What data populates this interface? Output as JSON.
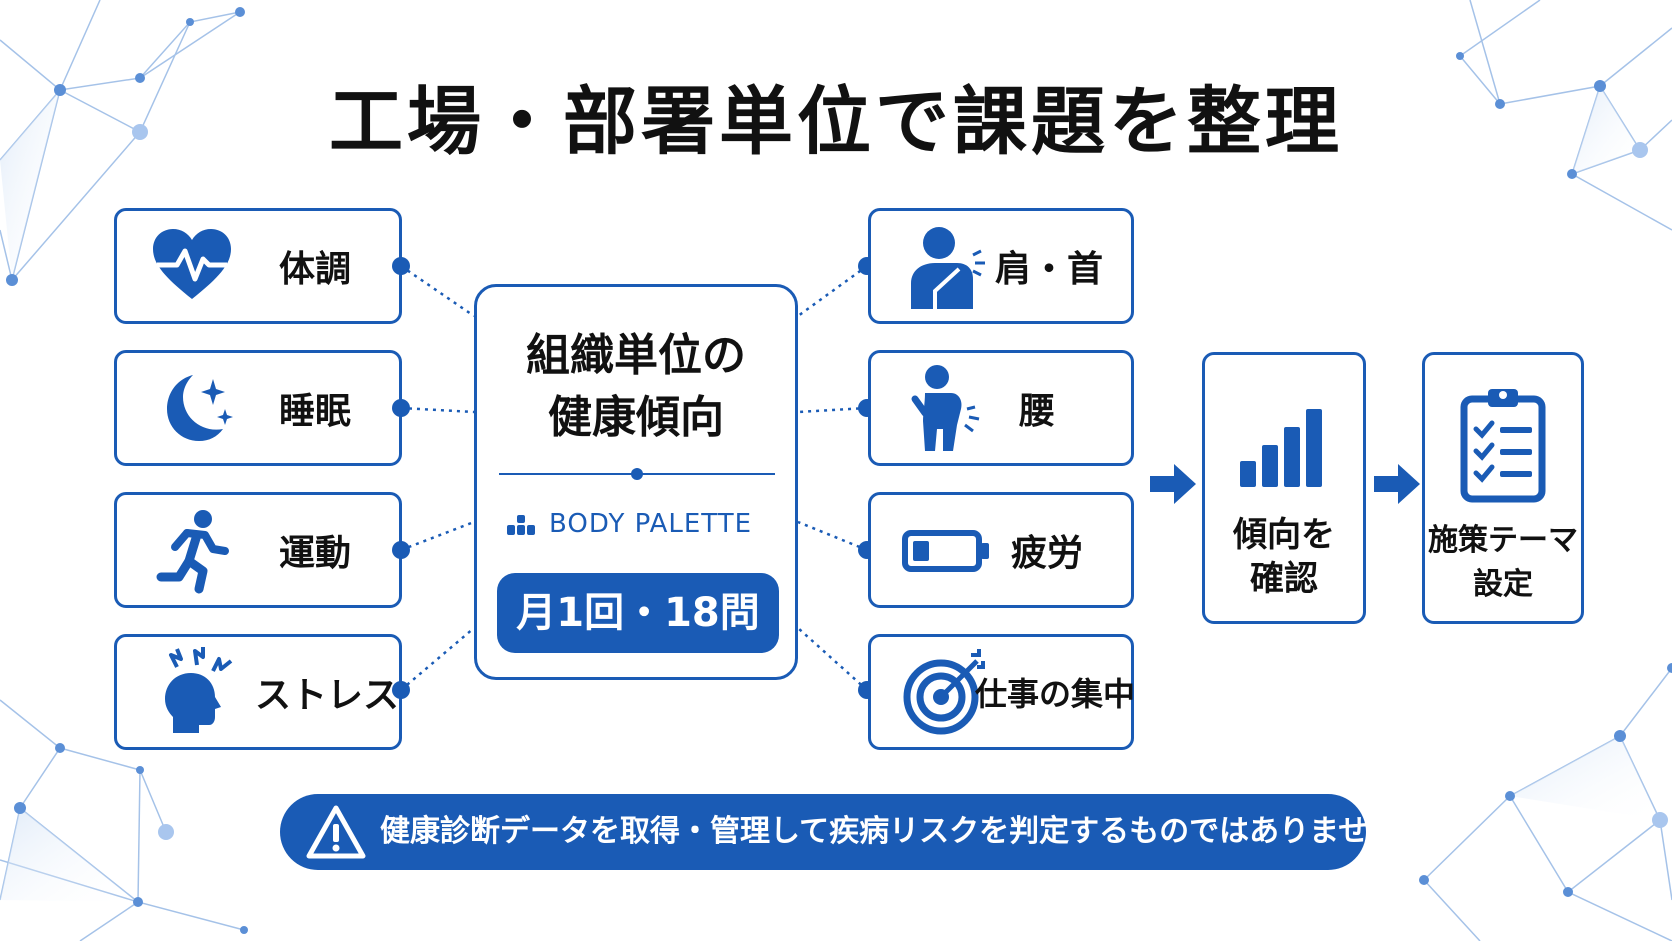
{
  "title": "工場・部署単位で課題を整理",
  "colors": {
    "primary": "#1a5bb5",
    "text": "#111111",
    "background": "#ffffff"
  },
  "left_items": [
    {
      "label": "体調",
      "icon": "heart-pulse-icon"
    },
    {
      "label": "睡眠",
      "icon": "moon-stars-icon"
    },
    {
      "label": "運動",
      "icon": "running-person-icon"
    },
    {
      "label": "ストレス",
      "icon": "stressed-head-icon"
    }
  ],
  "right_items": [
    {
      "label": "肩・首",
      "icon": "shoulder-pain-icon"
    },
    {
      "label": "腰",
      "icon": "back-pain-icon"
    },
    {
      "label": "疲労",
      "icon": "low-battery-icon"
    },
    {
      "label": "仕事の集中",
      "icon": "target-icon"
    }
  ],
  "center": {
    "title_line1": "組織単位の",
    "title_line2": "健康傾向",
    "brand": "BODY PALETTE",
    "brand_icon": "bar-blocks-icon",
    "frequency": "月1回・18問"
  },
  "flow": [
    {
      "line1": "傾向を",
      "line2": "確認",
      "icon": "bar-chart-icon"
    },
    {
      "line1": "施策テーマ",
      "line2": "設定",
      "icon": "clipboard-checklist-icon"
    }
  ],
  "notice": {
    "text": "健康診断データを取得・管理して疾病リスクを判定するものではありません",
    "icon": "warning-icon"
  }
}
